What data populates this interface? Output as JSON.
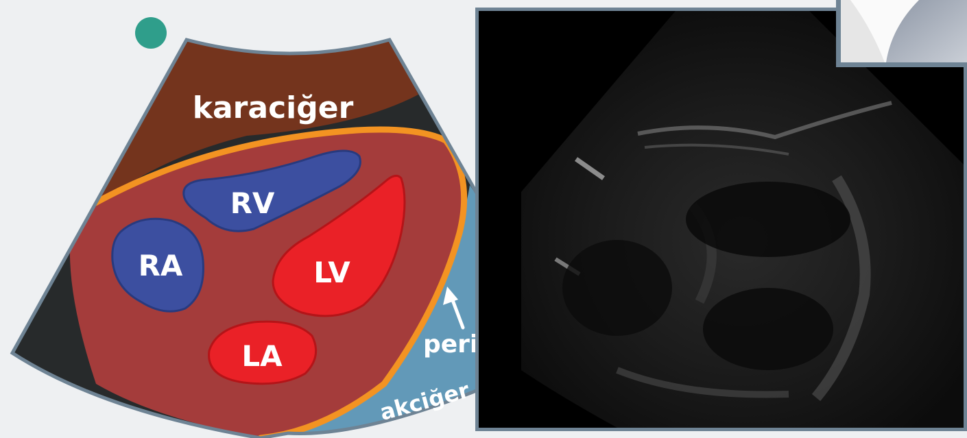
{
  "diagram": {
    "labels": {
      "liver": "karaciğer",
      "rv": "RV",
      "ra": "RA",
      "lv": "LV",
      "la": "LA",
      "pericardium": "perikard",
      "lung": "akciğer"
    },
    "colors": {
      "background": "#eef0f2",
      "dot": "#2f9e8b",
      "sector_border": "#6e8394",
      "sector_fill": "#272a2b",
      "liver": "#74341d",
      "heart": "#a43c3b",
      "pericardium": "#f39322",
      "right_chambers": "#3c4fa0",
      "left_chambers": "#ea2127",
      "lung": "#6299b8",
      "ultrasound_bg": "#000000"
    }
  },
  "ultrasound_image": {
    "description_visible": false
  },
  "photo_thumbnail": {
    "visible": true
  }
}
